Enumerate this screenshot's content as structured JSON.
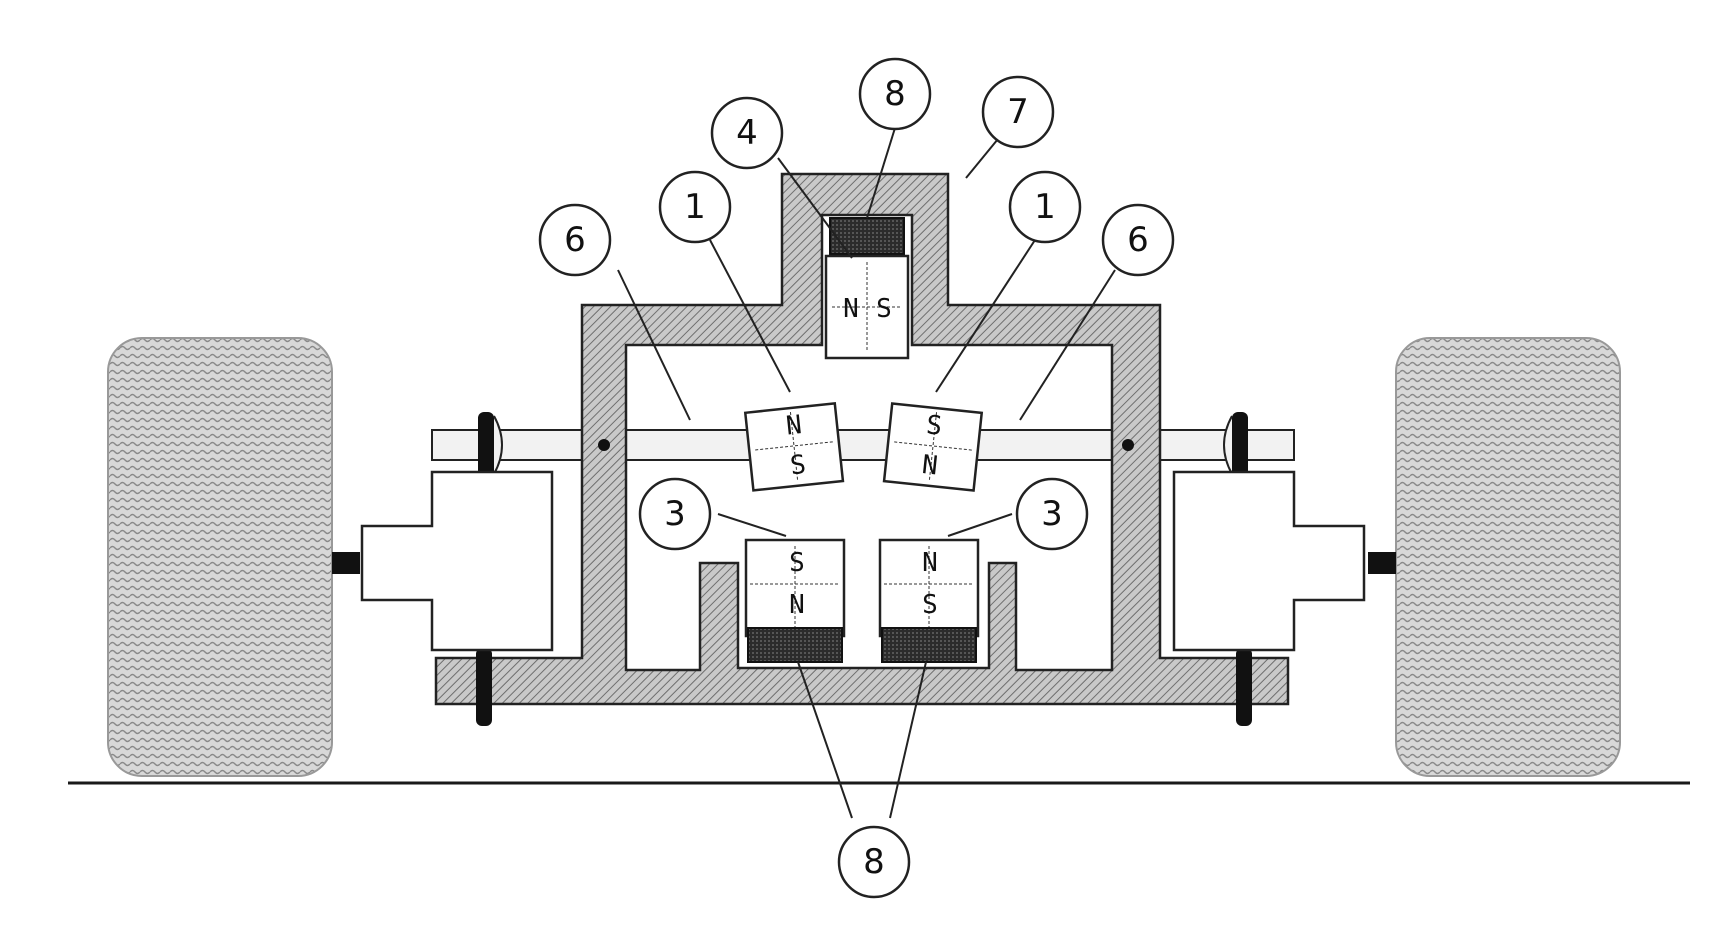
{
  "callouts": {
    "c8_top": "8",
    "c7": "7",
    "c4": "4",
    "c1_left": "1",
    "c1_right": "1",
    "c6_left": "6",
    "c6_right": "6",
    "c3_left": "3",
    "c3_right": "3",
    "c8_bottom": "8"
  },
  "magnets": {
    "top": {
      "left_pole": "N",
      "right_pole": "S"
    },
    "rotor_left": {
      "top_pole": "N",
      "bottom_pole": "S"
    },
    "rotor_right": {
      "top_pole": "S",
      "bottom_pole": "N"
    },
    "bottom_left": {
      "top_pole": "S",
      "bottom_pole": "N"
    },
    "bottom_right": {
      "top_pole": "N",
      "bottom_pole": "S"
    }
  },
  "colors": {
    "frame_fill": "#b8b8b8",
    "tire_fill": "#cfcfcf",
    "coil_fill": "#2b2b2b",
    "line": "#1a1a1a"
  }
}
